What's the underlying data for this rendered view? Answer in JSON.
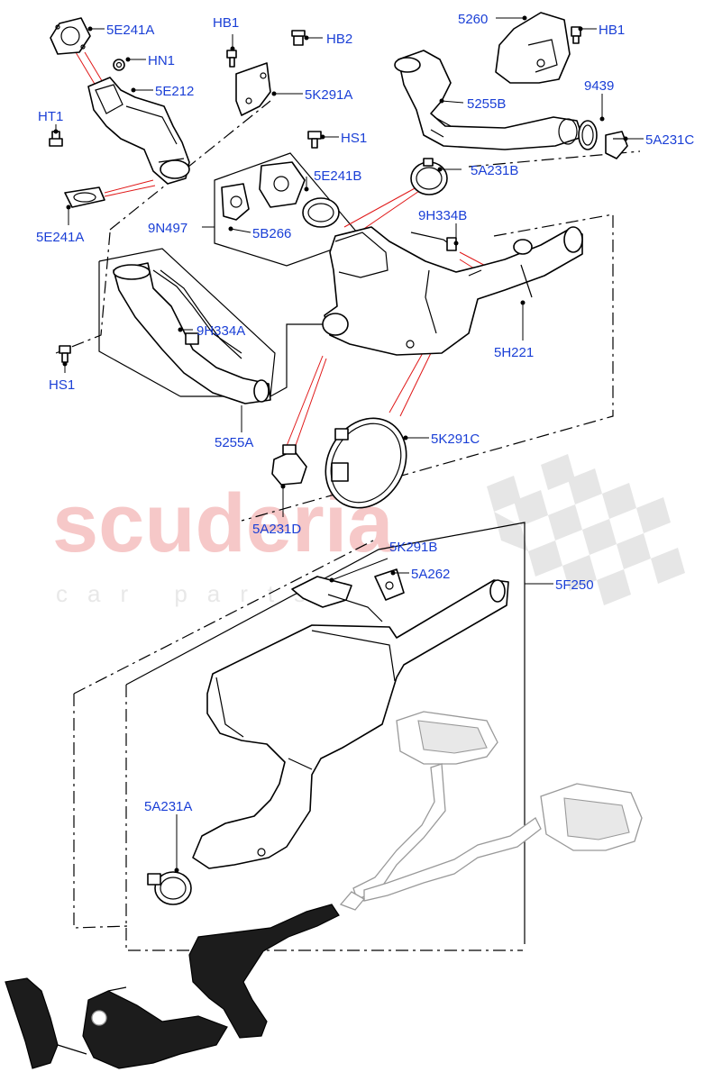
{
  "watermark": {
    "main": "scuderia",
    "sub": "car parts"
  },
  "labels": {
    "l5E241A_top": "5E241A",
    "lHN1": "HN1",
    "l5E212": "5E212",
    "lHT1": "HT1",
    "l5E241A_bot": "5E241A",
    "lHB1_left": "HB1",
    "lHB2": "HB2",
    "l5K291A": "5K291A",
    "l5260": "5260",
    "lHB1_right": "HB1",
    "l5255B": "5255B",
    "l9439": "9439",
    "l5A231C": "5A231C",
    "lHS1_top": "HS1",
    "l5E241B": "5E241B",
    "l5A231B": "5A231B",
    "l9N497": "9N497",
    "l5B266": "5B266",
    "l9H334B": "9H334B",
    "l9H334A": "9H334A",
    "l5H221": "5H221",
    "lHS1_bot": "HS1",
    "l5255A": "5255A",
    "l5K291C": "5K291C",
    "l5A231D": "5A231D",
    "l5K291B": "5K291B",
    "l5A262": "5A262",
    "l5F250": "5F250",
    "l5A231A": "5A231A"
  }
}
